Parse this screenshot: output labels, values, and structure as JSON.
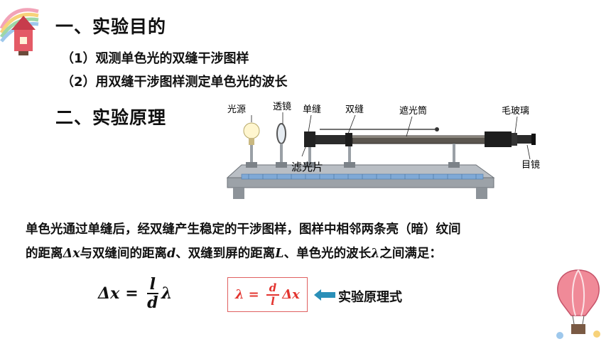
{
  "section1": {
    "title": "一、实验目的",
    "items": [
      "（1）观测单色光的双缝干涉图样",
      "（2）用双缝干涉图样测定单色光的波长"
    ]
  },
  "section2": {
    "title": "二、实验原理"
  },
  "diagram": {
    "labels": {
      "light_source": "光源",
      "lens": "透镜",
      "single_slit": "单缝",
      "double_slit": "双缝",
      "tube": "遮光筒",
      "screen": "毛玻璃",
      "filter": "滤光片",
      "eyepiece": "目镜"
    }
  },
  "paragraph": {
    "line1": "单色光通过单缝后，经双缝产生稳定的干涉图样，图样中相邻两条亮（暗）纹间",
    "line2_a": "的距离",
    "var_dx": "Δx",
    "line2_b": "与双缝间的距离",
    "var_d": "d",
    "line2_c": "、双缝到屏的距离",
    "var_L": "L",
    "line2_d": "、单色光的波长",
    "var_lambda": "λ",
    "line2_e": "之间满足："
  },
  "formula1": {
    "lhs": "Δx",
    "eq": "=",
    "num": "l",
    "den": "d",
    "tail": "λ"
  },
  "formula2": {
    "lhs": "λ",
    "eq": "=",
    "num": "d",
    "den": "l",
    "tail": "Δx",
    "color": "#e3342f"
  },
  "formula_note": "实验原理式",
  "colors": {
    "arrow": "#2a8fb8",
    "box_border": "#e06060"
  },
  "icons": {
    "top_left": "rainbow-house-icon",
    "bottom_right": "hot-air-balloon-icon"
  }
}
